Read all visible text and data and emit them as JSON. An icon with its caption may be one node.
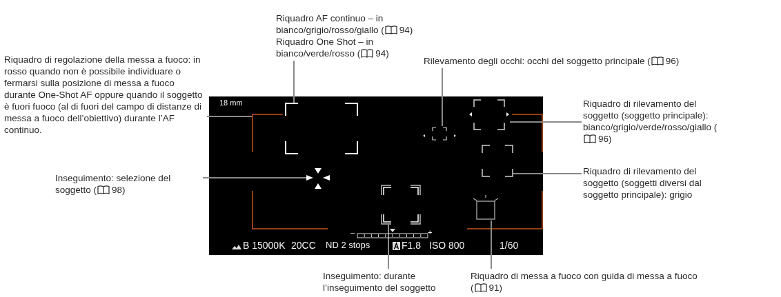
{
  "diagram": {
    "nodes": [
      {
        "text": [
          "Riquadro AF continuo – in bianco/grigio/rosso/giallo ( 94)",
          "Riquadro One Shot – in bianco/verde/rosso ( 94)"
        ]
      },
      {
        "text": [],
        "shape": "box"
      },
      {
        "text": [
          "Rilevamento degli occhi: occhi del soggetto principale ( 96)"
        ]
      },
      {
        "text": [],
        "shape": "box",
        "in": 5
      },
      {
        "text": [
          "Riquadro di regolazione della messa a fuoco: in rosso quando non è possibile individuare o fermarsi sulla posizione di messa a fuoco durante One-Shot AF oppure quando il soggetto è fuori fuoco (al di fuori del campo di distanze di messa a fuoco dell’obiettivo) durante l’AF continuo."
        ]
      },
      {
        "text": [],
        "shape": "box"
      },
      {
        "text": [
          "Riquadro di rilevamento del soggetto (soggetto principale): bianco/grigio/verde/rosso/giallo ( 96)"
        ]
      },
      {
        "text": [],
        "shape": "box"
      },
      {
        "text": [
          "Inseguimento: selezione del soggetto ( 98)"
        ]
      },
      {
        "text": [],
        "shape": "triangle",
        "in": 5
      },
      {
        "text": [
          "Riquadro di rilevamento del soggetto (soggetti diversi dal soggetto principale): grigio"
        ]
      },
      {
        "text": [],
        "shape": "box",
        "in": 5
      },
      {
        "text": [
          "Inseguimento: durante l’inseguimento del soggetto"
        ]
      },
      {
        "text": [],
        "shape": "box",
        "in": 5
      },
      {
        "text": [
          "Riquadro di messa a fuoco con guida di messa a fuoco ( 91)"
        ]
      },
      {
        "text": [],
        "shape": "box",
        "in": 5
      }
    ],
    "edges": [
      {
        "from": 0,
        "to": 1,
        "arrow": "none"
      },
      {
        "from": 2,
        "to": 3,
        "arrow": "none"
      },
      {
        "from": 4,
        "to": 5,
        "arrow": "none"
      },
      {
        "from": 6,
        "to": 7,
        "arrow": "none"
      },
      {
        "from": 8,
        "to": 9,
        "arrow": "none"
      },
      {
        "from": 10,
        "to": 11,
        "arrow": "none"
      },
      {
        "from": 12,
        "to": 13,
        "arrow": "none"
      },
      {
        "from": 14,
        "to": 15,
        "arrow": "none"
      }
    ],
    "labels": [
      "18 mm",
      "B 15000K",
      "20CC",
      "ND 2 stops",
      "F1.8",
      "ISO 800",
      "1/60",
      "–",
      "+"
    ]
  }
}
